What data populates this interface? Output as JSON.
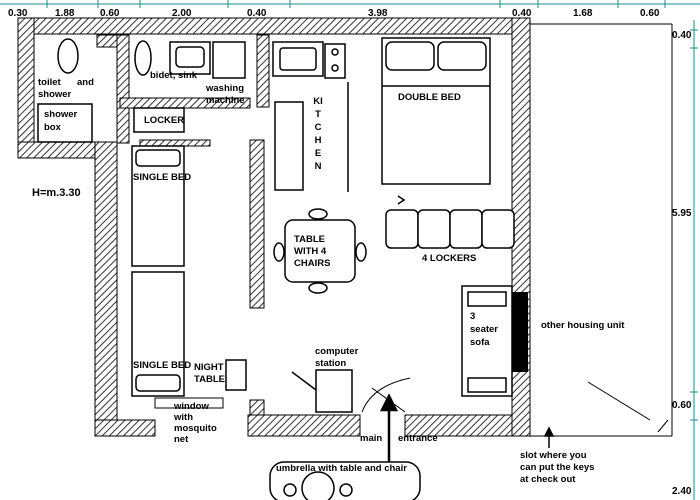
{
  "dimensions_top": [
    "0.30",
    "1.88",
    "0.60",
    "2.00",
    "0.40",
    "3.98",
    "0.40",
    "1.68",
    "0.60"
  ],
  "dimensions_right": [
    "0.40",
    "5.95",
    "0.60",
    "2.40"
  ],
  "height_note": "H=m.3.30",
  "rooms": {
    "toilet": "toilet and shower",
    "toilet_line1": "toilet",
    "toilet_and": "and",
    "toilet_line2": "shower",
    "bidet": "bidet, sink",
    "washing_machine_1": "washing",
    "washing_machine_2": "machine",
    "shower_box_1": "shower",
    "shower_box_2": "box",
    "locker": "LOCKER",
    "kitchen": "KITCHEN",
    "double_bed": "DOUBLE BED",
    "single_bed_top": "SINGLE BED",
    "single_bed_bottom": "SINGLE BED",
    "table_1": "TABLE",
    "table_2": "WITH 4",
    "table_3": "CHAIRS",
    "lockers_4": "4 LOCKERS",
    "sofa_1": "3",
    "sofa_2": "seater",
    "sofa_3": "sofa",
    "other_unit": "other housing unit",
    "computer_1": "computer",
    "computer_2": "station",
    "night_1": "NIGHT",
    "night_2": "TABLE",
    "window_1": "window",
    "window_2": "with",
    "window_3": "mosquito",
    "window_4": "net",
    "main": "main",
    "entrance": "entrance",
    "slot_1": "slot where you",
    "slot_2": "can put the keys",
    "slot_3": "at check out",
    "umbrella": "umbrella with table and chair"
  }
}
